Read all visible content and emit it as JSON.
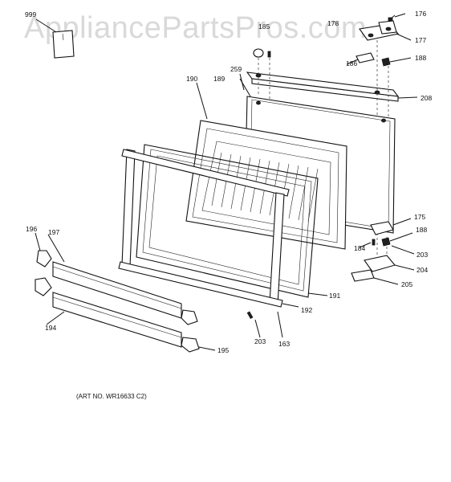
{
  "watermark": "AppliancePartsPros.com",
  "art_number": "(ART NO. WR16633 C2)",
  "callouts": {
    "c999": "999",
    "c176": "176",
    "c178": "178",
    "c185": "185",
    "c177": "177",
    "c186": "186",
    "c188a": "188",
    "c259": "259",
    "c190": "190",
    "c189": "189",
    "c208": "208",
    "c175": "175",
    "c188b": "188",
    "c184": "184",
    "c203a": "203",
    "c204": "204",
    "c205": "205",
    "c196": "196",
    "c197": "197",
    "c191": "191",
    "c192": "192",
    "c194": "194",
    "c203b": "203",
    "c163": "163",
    "c195": "195"
  }
}
